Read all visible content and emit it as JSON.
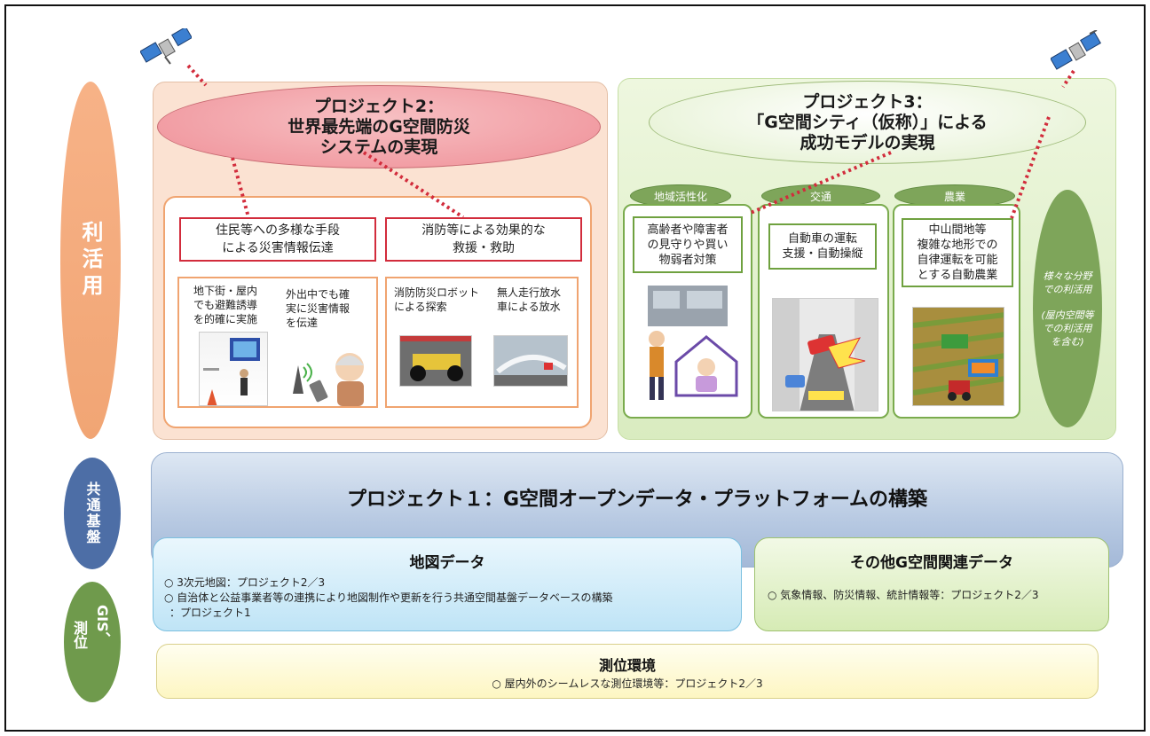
{
  "categories": {
    "use": "利活用",
    "base": "共通基盤",
    "gis_col1": "測位",
    "gis_col2": "GIS、"
  },
  "project2": {
    "title_line1": "プロジェクト2：",
    "title_line2": "世界最先端のG空間防災",
    "title_line3": "システムの実現",
    "box_left_line1": "住民等への多様な手段",
    "box_left_line2": "による災害情報伝達",
    "box_right_line1": "消防等による効果的な",
    "box_right_line2": "救援・救助",
    "sub_a_line1": "地下街・屋内",
    "sub_a_line2": "でも避難誘導",
    "sub_a_line3": "を的確に実施",
    "sub_b_line1": "外出中でも確",
    "sub_b_line2": "実に災害情報",
    "sub_b_line3": "を伝達",
    "sub_c_line1": "消防防災ロボット",
    "sub_c_line2": "による探索",
    "sub_d_line1": "無人走行放水",
    "sub_d_line2": "車による放水"
  },
  "project3": {
    "title_line1": "プロジェクト3：",
    "title_line2": "「G空間シティ（仮称）」による",
    "title_line3": "成功モデルの実現",
    "tags": [
      "地域活性化",
      "交通",
      "農業"
    ],
    "box1_line1": "高齢者や障害者",
    "box1_line2": "の見守りや買い",
    "box1_line3": "物弱者対策",
    "box2_line1": "自動車の運転",
    "box2_line2": "支援・自動操縦",
    "box3_line1": "中山間地等",
    "box3_line2": "複雑な地形での",
    "box3_line3": "自律運転を可能",
    "box3_line4": "とする自動農業",
    "side_line1": "様々な分野",
    "side_line2": "での利活用",
    "side_line3": "(屋内空間等",
    "side_line4": "での利活用",
    "side_line5": "を含む)"
  },
  "project1": {
    "title": "プロジェクト１：G空間オープンデータ・プラットフォームの構築"
  },
  "map_data": {
    "title": "地図データ",
    "bullet1": "○ 3次元地図：プロジェクト2／3",
    "bullet2": "○ 自治体と公益事業者等の連携により地図制作や更新を行う共通空間基盤データベースの構築",
    "bullet2_cont": "：プロジェクト1"
  },
  "other_data": {
    "title": "その他G空間関連データ",
    "bullet1": "○ 気象情報、防災情報、統計情報等：プロジェクト2／3"
  },
  "positioning": {
    "title": "測位環境",
    "bullet1": "○ 屋内外のシームレスな測位環境等：プロジェクト2／3"
  },
  "colors": {
    "use_orange": "#f1a574",
    "base_blue": "#4d6ea6",
    "gis_green": "#6f9a4c",
    "link_red": "#d22c3c"
  }
}
